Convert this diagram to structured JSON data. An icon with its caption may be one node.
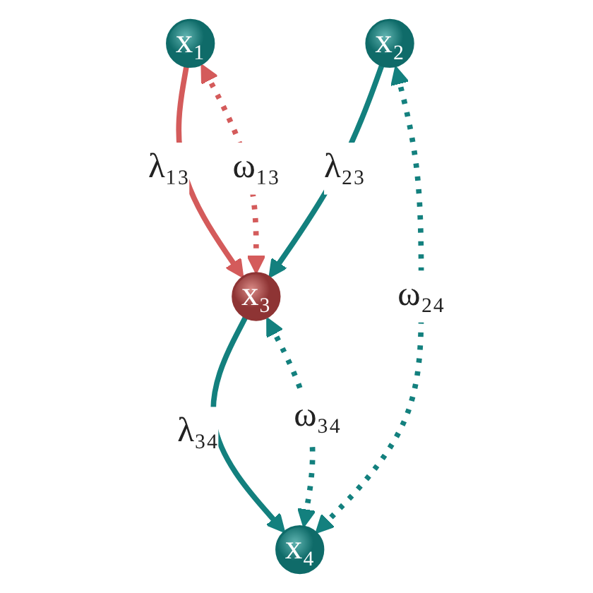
{
  "diagram": {
    "nodes": [
      {
        "text": [
          "x₁"
        ]
      },
      {
        "text": [
          "x₂"
        ]
      },
      {
        "text": [
          "x₃"
        ]
      },
      {
        "text": [
          "x₄"
        ]
      }
    ],
    "edges": [
      {
        "from": 0,
        "to": 2,
        "arrow": "to",
        "label": "λ₁₃",
        "color": "#d45b5b"
      },
      {
        "from": 1,
        "to": 2,
        "arrow": "to",
        "label": "λ₂₃"
      },
      {
        "from": 2,
        "to": 3,
        "arrow": "to",
        "label": "λ₃₄"
      },
      {
        "from": 0,
        "to": 2,
        "arrow": "both",
        "label": "ω₁₃",
        "style": "dashed",
        "color": "#d45b5b"
      },
      {
        "from": 1,
        "to": 3,
        "arrow": "both",
        "label": "ω₂₄",
        "style": "dashed"
      },
      {
        "from": 2,
        "to": 3,
        "arrow": "both",
        "label": "ω₃₄",
        "style": "dashed"
      }
    ]
  }
}
